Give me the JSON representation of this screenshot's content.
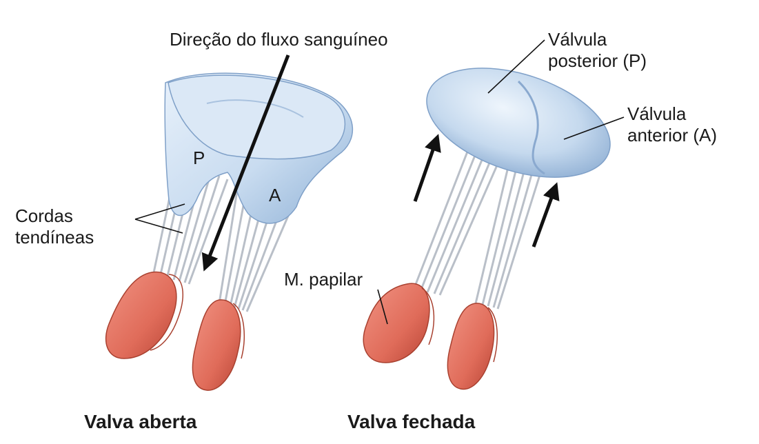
{
  "labels": {
    "flow_direction": "Direção do fluxo sanguíneo",
    "posterior_valve": [
      "Válvula",
      "posterior (P)"
    ],
    "anterior_valve": [
      "Válvula",
      "anterior (A)"
    ],
    "cordas": [
      "Cordas",
      "tendíneas"
    ],
    "papillary": "M. papilar",
    "leaflet_p": "P",
    "leaflet_a": "A",
    "open_caption": "Valva aberta",
    "closed_caption": "Valva fechada"
  },
  "colors": {
    "valve_fill": "#c9dcf0",
    "valve_shade": "#8fb1d6",
    "chordae": "#b9bfc8",
    "muscle": "#e06c5a",
    "muscle_dark": "#b84536",
    "arrow": "#111111"
  }
}
